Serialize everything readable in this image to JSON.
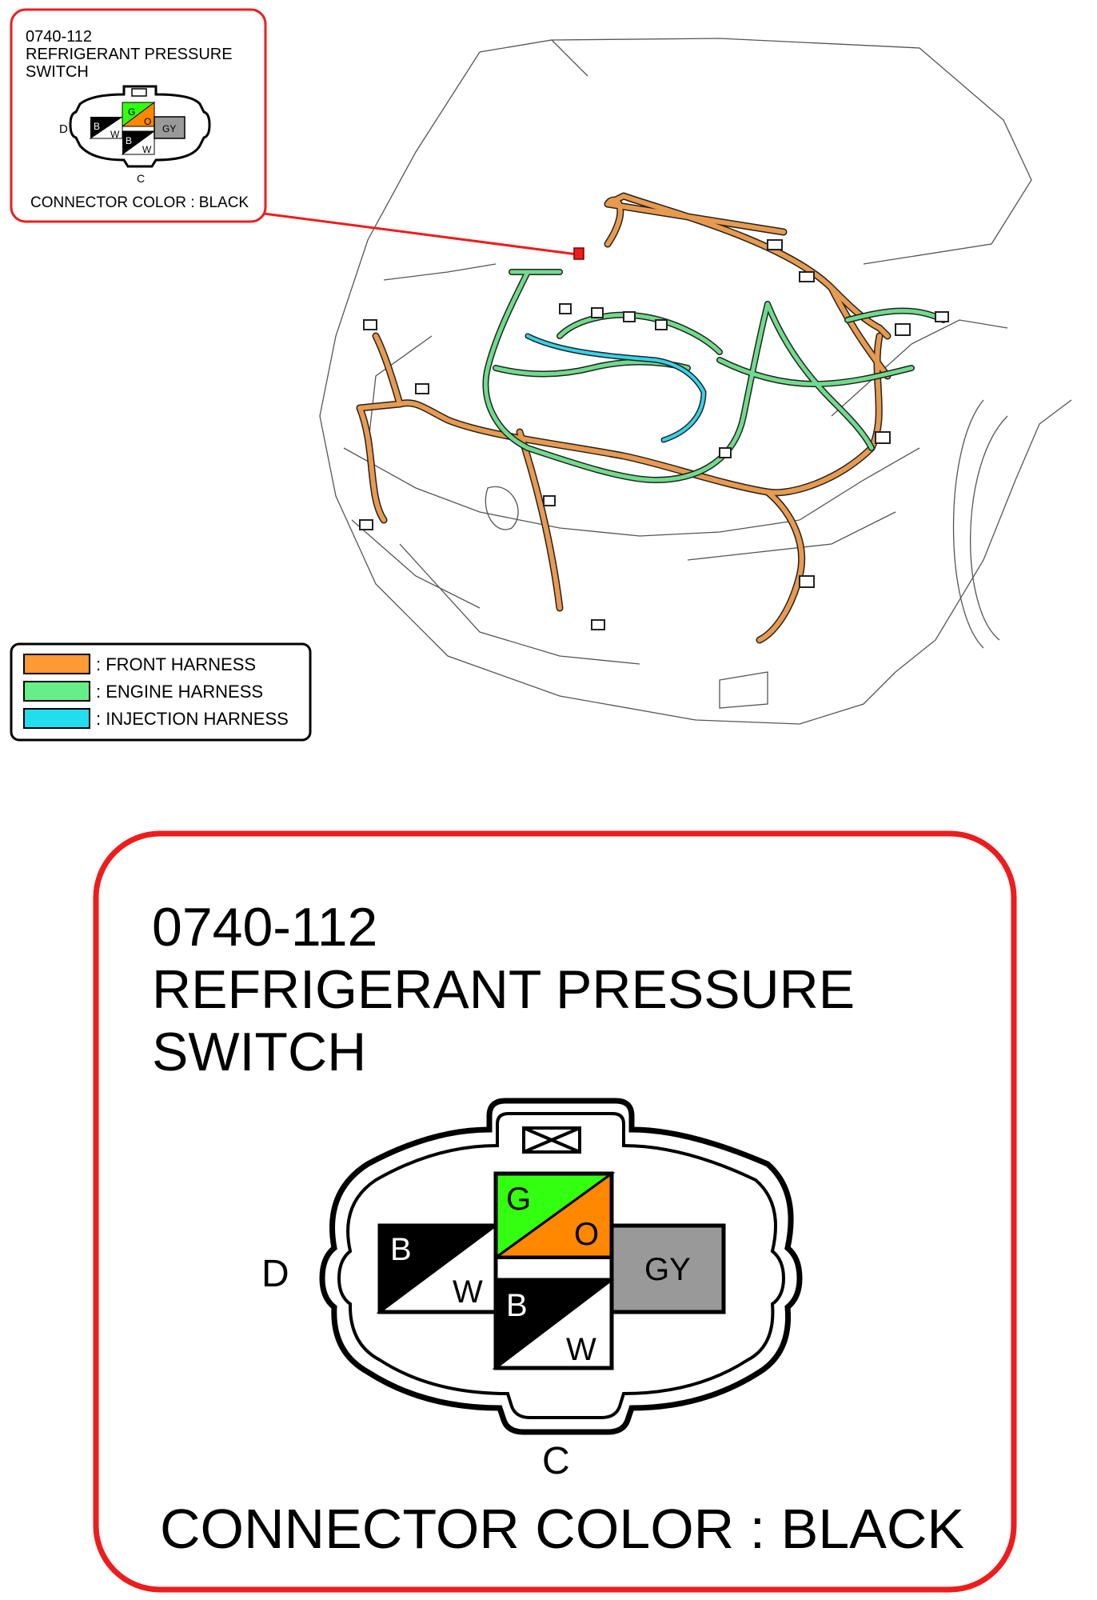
{
  "connector": {
    "code": "0740-112",
    "name_line1": "REFRIGERANT PRESSURE",
    "name_line2": "SWITCH",
    "color_text": "CONNECTOR COLOR : BLACK",
    "side_left": "D",
    "side_bottom": "C",
    "pins": {
      "top_upper": "G",
      "top_lower": "O",
      "left_upper": "B",
      "left_lower": "W",
      "bottom_upper": "B",
      "bottom_lower": "W",
      "right": "GY"
    },
    "wire_colors": {
      "green": "#33ff11",
      "orange": "#ff8800",
      "gray": "#999999",
      "black": "#000000"
    }
  },
  "legend": {
    "items": [
      {
        "label": ": FRONT HARNESS",
        "color": "#ff9933"
      },
      {
        "label": ": ENGINE HARNESS",
        "color": "#66ee88"
      },
      {
        "label": ": INJECTION HARNESS",
        "color": "#22ddee"
      }
    ]
  },
  "highlight_color": "#ee1c1c"
}
